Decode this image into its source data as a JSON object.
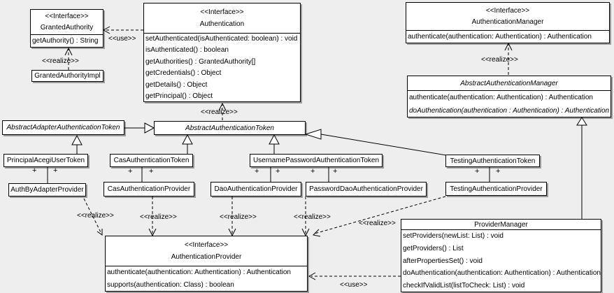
{
  "labels": {
    "use": "<<use>>",
    "realize": "<<realize>>",
    "plus": "+"
  },
  "classes": [
    {
      "stereotype": "<<Interface>>",
      "name": "GrantedAuthority",
      "methods": [
        "getAuthority() : String"
      ]
    },
    {
      "name": "GrantedAuthorityImpl"
    },
    {
      "stereotype": "<<Interface>>",
      "name": "Authentication",
      "methods": [
        "setAuthenticated(isAuthenticated: boolean) : void",
        "isAuthenticated() : boolean",
        "getAuthorities() : GrantedAuthority[]",
        "getCredentials() : Object",
        "getDetails() : Object",
        "getPrincipal() : Object"
      ]
    },
    {
      "stereotype": "<<Interface>>",
      "name": "AuthenticationManager",
      "methods": [
        "authenticate(authentication: Authentication) : Authentication"
      ]
    },
    {
      "name": "AbstractAuthenticationManager",
      "abstract": true,
      "methods": [
        "authenticate(authentication: Authentication) : Authentication",
        "doAuthentication(authentication : Authentication) : Authentication"
      ]
    },
    {
      "name": "AbstractAdapterAuthenticationToken",
      "abstract": true
    },
    {
      "name": "AbstractAuthenticationToken",
      "abstract": true
    },
    {
      "name": "PrincipalAcegiUserToken"
    },
    {
      "name": "CasAuthenticationToken"
    },
    {
      "name": "UsernamePasswordAuthenticationToken"
    },
    {
      "name": "TestingAuthenticationToken"
    },
    {
      "name": "AuthByAdapterProvider"
    },
    {
      "name": "CasAuthenticationProvider"
    },
    {
      "name": "DaoAuthenticationProvider"
    },
    {
      "name": "PasswordDaoAuthenticationProvider"
    },
    {
      "name": "TestingAuthenticationProvider"
    },
    {
      "stereotype": "<<Interface>>",
      "name": "AuthenticationProvider",
      "methods": [
        "authenticate(authentication: Authentication) : Authentication",
        "supports(authentication: Class) : boolean"
      ]
    },
    {
      "name": "ProviderManager",
      "methods": [
        "setProviders(newList: List) : void",
        "getProviders() : List",
        "afterPropertiesSet() : void",
        "doAuthentication(authentication: Authentication) : Authentication",
        "checkIfValidList(listToCheck: List) : void"
      ]
    }
  ],
  "relationships": [
    {
      "type": "realize",
      "from": "GrantedAuthorityImpl",
      "to": "GrantedAuthority",
      "label": "<<realize>>"
    },
    {
      "type": "use",
      "from": "Authentication",
      "to": "GrantedAuthority",
      "label": "<<use>>"
    },
    {
      "type": "realize",
      "from": "AbstractAuthenticationToken",
      "to": "Authentication",
      "label": "<<realize>>"
    },
    {
      "type": "realize",
      "from": "AbstractAuthenticationManager",
      "to": "AuthenticationManager",
      "label": "<<realize>>"
    },
    {
      "type": "generalization",
      "from": "AbstractAdapterAuthenticationToken",
      "to": "AbstractAuthenticationToken"
    },
    {
      "type": "generalization",
      "from": "PrincipalAcegiUserToken",
      "to": "AbstractAdapterAuthenticationToken"
    },
    {
      "type": "generalization",
      "from": "CasAuthenticationToken",
      "to": "AbstractAuthenticationToken"
    },
    {
      "type": "generalization",
      "from": "UsernamePasswordAuthenticationToken",
      "to": "AbstractAuthenticationToken"
    },
    {
      "type": "generalization",
      "from": "TestingAuthenticationToken",
      "to": "AbstractAuthenticationToken"
    },
    {
      "type": "generalization",
      "from": "ProviderManager",
      "to": "AbstractAuthenticationManager"
    },
    {
      "type": "association",
      "from": "PrincipalAcegiUserToken",
      "to": "AuthByAdapterProvider",
      "end_labels": [
        "+",
        "+"
      ]
    },
    {
      "type": "association",
      "from": "CasAuthenticationToken",
      "to": "CasAuthenticationProvider",
      "end_labels": [
        "+",
        "+"
      ]
    },
    {
      "type": "association",
      "from": "UsernamePasswordAuthenticationToken",
      "to": "DaoAuthenticationProvider",
      "end_labels": [
        "+",
        "+"
      ]
    },
    {
      "type": "association",
      "from": "UsernamePasswordAuthenticationToken",
      "to": "PasswordDaoAuthenticationProvider",
      "end_labels": [
        "+",
        "+"
      ]
    },
    {
      "type": "association",
      "from": "TestingAuthenticationToken",
      "to": "TestingAuthenticationProvider",
      "end_labels": [
        "+",
        "+"
      ]
    },
    {
      "type": "realize",
      "from": "AuthByAdapterProvider",
      "to": "AuthenticationProvider",
      "label": "<<realize>>"
    },
    {
      "type": "realize",
      "from": "CasAuthenticationProvider",
      "to": "AuthenticationProvider",
      "label": "<<realize>>"
    },
    {
      "type": "realize",
      "from": "DaoAuthenticationProvider",
      "to": "AuthenticationProvider",
      "label": "<<realize>>"
    },
    {
      "type": "realize",
      "from": "PasswordDaoAuthenticationProvider",
      "to": "AuthenticationProvider",
      "label": "<<realize>>"
    },
    {
      "type": "realize",
      "from": "TestingAuthenticationProvider",
      "to": "AuthenticationProvider",
      "label": "<<realize>>"
    },
    {
      "type": "use",
      "from": "ProviderManager",
      "to": "AuthenticationProvider",
      "label": "<<use>>"
    }
  ],
  "colors": {
    "background": "#eeeeee",
    "box_fill": "#ffffff",
    "line": "#000000",
    "shadow": "#9c9c9c"
  }
}
